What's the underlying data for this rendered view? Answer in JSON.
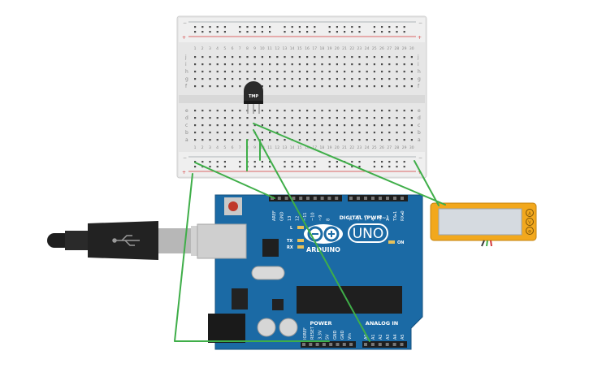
{
  "breadboard": {
    "rail_plus": "+",
    "rail_minus": "−",
    "top_rows": [
      "j",
      "i",
      "h",
      "g",
      "f"
    ],
    "bottom_rows": [
      "e",
      "d",
      "c",
      "b",
      "a"
    ],
    "columns": 30
  },
  "sensor": {
    "label": "TMP"
  },
  "arduino": {
    "model": "UNO",
    "brand": "ARDUINO",
    "digital_header": "DIGITAL (PWM~)",
    "digital_pins": [
      "AREF",
      "GND",
      "13",
      "12",
      "~11",
      "~10",
      "~9",
      "8",
      "7",
      "~6",
      "~5",
      "4",
      "~3",
      "2",
      "TX▸1",
      "RX◂0"
    ],
    "power_header": "POWER",
    "power_pins": [
      "IOREF",
      "RESET",
      "3.3V",
      "5V",
      "GND",
      "GND",
      "Vin"
    ],
    "analog_header": "ANALOG IN",
    "analog_pins": [
      "A0",
      "A1",
      "A2",
      "A3",
      "A4",
      "A5"
    ],
    "led_labels": [
      "L",
      "TX",
      "RX"
    ],
    "on_label": "ON"
  },
  "multimeter": {
    "terminals": [
      "A",
      "V",
      "⊕"
    ]
  },
  "colors": {
    "wire": "#3fae49",
    "board": "#1b6aa5",
    "board_dark": "#14507e",
    "meter_frame": "#f2a81d",
    "meter_screen": "#d5dae0",
    "breadboard": "#e6e6e6",
    "rail_red": "#d43a3a"
  }
}
